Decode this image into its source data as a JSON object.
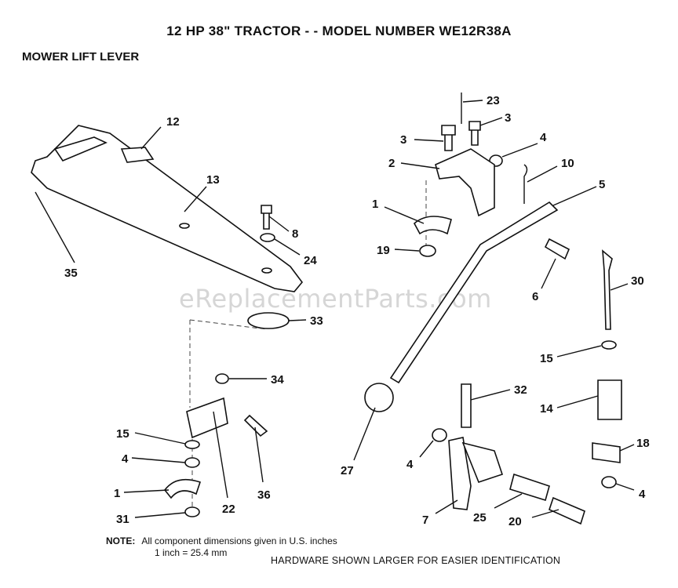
{
  "header": {
    "title": "12 HP 38\" TRACTOR - - MODEL NUMBER WE12R38A",
    "section": "MOWER LIFT LEVER"
  },
  "watermark": "eReplacementParts.com",
  "footer": {
    "note_label": "NOTE:",
    "note_line1": "All component dimensions given in U.S. inches",
    "note_line2": "1 inch = 25.4 mm",
    "hardware_note": "HARDWARE SHOWN LARGER FOR EASIER IDENTIFICATION"
  },
  "callouts": {
    "c12": "12",
    "c13": "13",
    "c35": "35",
    "c8": "8",
    "c24": "24",
    "c33": "33",
    "c34": "34",
    "c36": "36",
    "c22": "22",
    "c15a": "15",
    "c4a": "4",
    "c1a": "1",
    "c31": "31",
    "c23": "23",
    "c3a": "3",
    "c3b": "3",
    "c4b": "4",
    "c2": "2",
    "c10": "10",
    "c5": "5",
    "c1b": "1",
    "c19": "19",
    "c6": "6",
    "c30": "30",
    "c15b": "15",
    "c14": "14",
    "c32": "32",
    "c27": "27",
    "c4c": "4",
    "c18": "18",
    "c4d": "4",
    "c7": "7",
    "c25": "25",
    "c20": "20"
  }
}
